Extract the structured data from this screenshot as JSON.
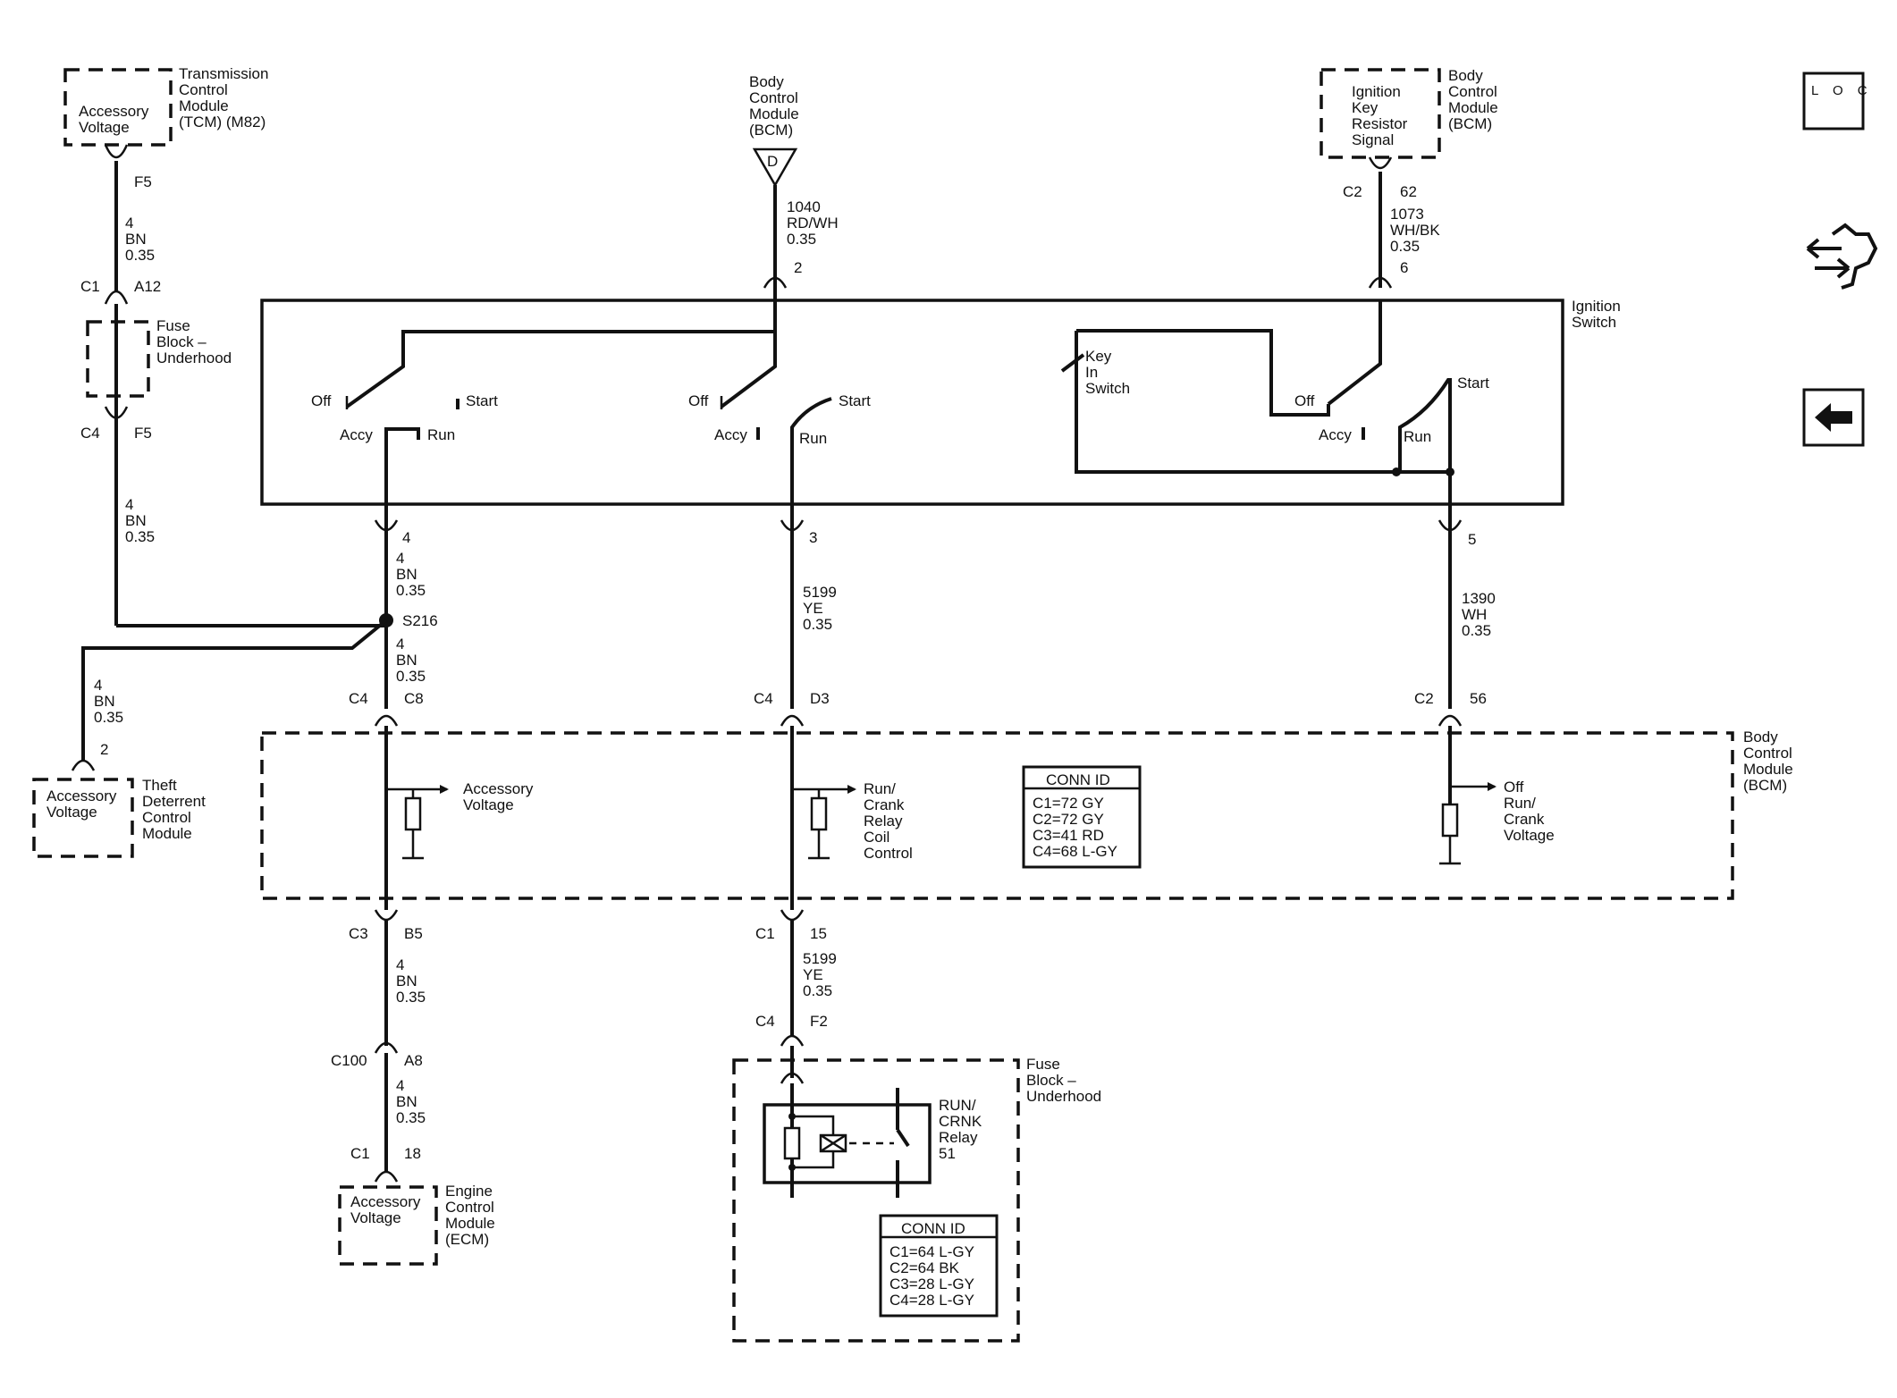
{
  "toolbar": {
    "loc_label": "L O C",
    "loc_icon": "loc-icon",
    "tools_icon": "diagnostic-tools-icon",
    "back_icon": "back-arrow-icon"
  },
  "tcm": {
    "box": "Accessory Voltage",
    "label": "Transmission Control Module (TCM) (M82)",
    "pin": "F5",
    "wire": "4 BN 0.35",
    "conn": "C1",
    "conn_pin": "A12"
  },
  "fuse_top": {
    "label": "Fuse Block – Underhood",
    "conn": "C4",
    "pin": "F5",
    "wire": "4 BN 0.35"
  },
  "bcm_d": {
    "label": "Body Control Module (BCM)",
    "tag": "D",
    "wire": "1040 RD/WH 0.35",
    "pin": "2"
  },
  "bcm_key": {
    "box": "Ignition Key Resistor Signal",
    "label": "Body Control Module (BCM)",
    "conn": "C2",
    "pin": "62",
    "wire": "1073 WH/BK 0.35",
    "pin_bottom": "6"
  },
  "ignition_switch": {
    "label": "Ignition Switch",
    "s1": {
      "off": "Off",
      "accy": "Accy",
      "run": "Run",
      "start": "Start"
    },
    "s2": {
      "off": "Off",
      "accy": "Accy",
      "run": "Run",
      "start": "Start"
    },
    "s3": {
      "key": "Key In Switch",
      "off": "Off",
      "accy": "Accy",
      "run": "Run",
      "start": "Start"
    },
    "pins": [
      "4",
      "3",
      "5"
    ]
  },
  "left_circuit": {
    "wire_a": "4 BN 0.35",
    "splice": "S216",
    "wire_b": "4 BN 0.35",
    "conn": "C4",
    "conn_pin": "C8",
    "tdcm": {
      "wire": "4 BN 0.35",
      "pin": "2",
      "box": "Accessory Voltage",
      "label": "Theft Deterrent Control Module"
    },
    "bcm_out": "Accessory Voltage",
    "c3": "C3",
    "c3_pin": "B5",
    "wire_c": "4 BN 0.35",
    "c100": "C100",
    "c100_pin": "A8",
    "wire_d": "4 BN 0.35",
    "c1": "C1",
    "c1_pin": "18",
    "ecm": {
      "box": "Accessory Voltage",
      "label": "Engine Control Module (ECM)"
    }
  },
  "mid_circuit": {
    "wire_a": "5199 YE 0.35",
    "conn": "C4",
    "conn_pin": "D3",
    "bcm_out": "Run/ Crank Relay Coil Control",
    "c1": "C1",
    "c1_pin": "15",
    "wire_b": "5199 YE 0.35",
    "c4": "C4",
    "c4_pin": "F2",
    "fuse_block": "Fuse Block – Underhood",
    "relay": "RUN/ CRNK Relay 51"
  },
  "right_circuit": {
    "wire_a": "1390 WH 0.35",
    "conn": "C2",
    "conn_pin": "56",
    "bcm_out": "Off Run/ Crank Voltage"
  },
  "bcm_main": {
    "label": "Body Control Module (BCM)"
  },
  "conn_id_bcm": {
    "title": "CONN ID",
    "rows": [
      "C1=72 GY",
      "C2=72 GY",
      "C3=41 RD",
      "C4=68 L-GY"
    ]
  },
  "conn_id_fuse": {
    "title": "CONN ID",
    "rows": [
      "C1=64 L-GY",
      "C2=64 BK",
      "C3=28 L-GY",
      "C4=28 L-GY"
    ]
  }
}
